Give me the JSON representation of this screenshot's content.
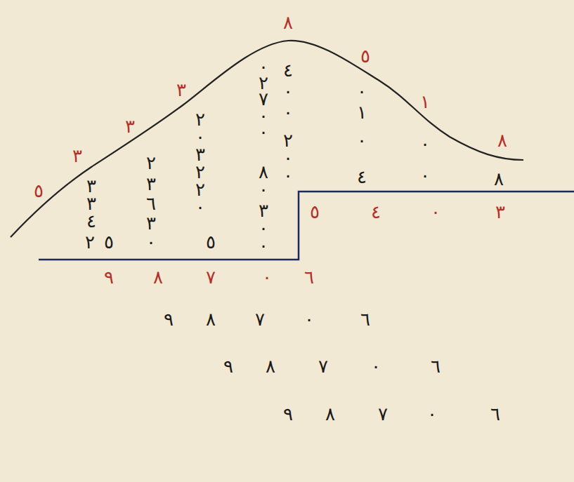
{
  "diagram": {
    "labels": [
      "٥",
      "٣",
      "٣",
      "٣",
      "٨",
      "٥",
      "١",
      "٨",
      "٣",
      "٣",
      "٤",
      "٢",
      "٥",
      "٢",
      "٣",
      "٦",
      "٣",
      "٠",
      "٢",
      "٠",
      "٣",
      "٢",
      "٢",
      "٠",
      "٥",
      "٠",
      "٢",
      "٧",
      "٠",
      "٠",
      "٨",
      "٠",
      "٣",
      "٠",
      "٠",
      "٤",
      "٠",
      "٠",
      "٢",
      "٠",
      "٠",
      "٠",
      "١",
      "٠",
      "٤",
      "٠",
      "٠",
      "٨",
      "٥",
      "٤",
      "٠",
      "٣",
      "٩",
      "٨",
      "٧",
      "٠",
      "٦",
      "٩",
      "٨",
      "٧",
      "٠",
      "٦",
      "٩",
      "٨",
      "٧",
      "٠",
      "٦",
      "٩",
      "٨",
      "٧",
      "٠",
      "٦"
    ]
  }
}
